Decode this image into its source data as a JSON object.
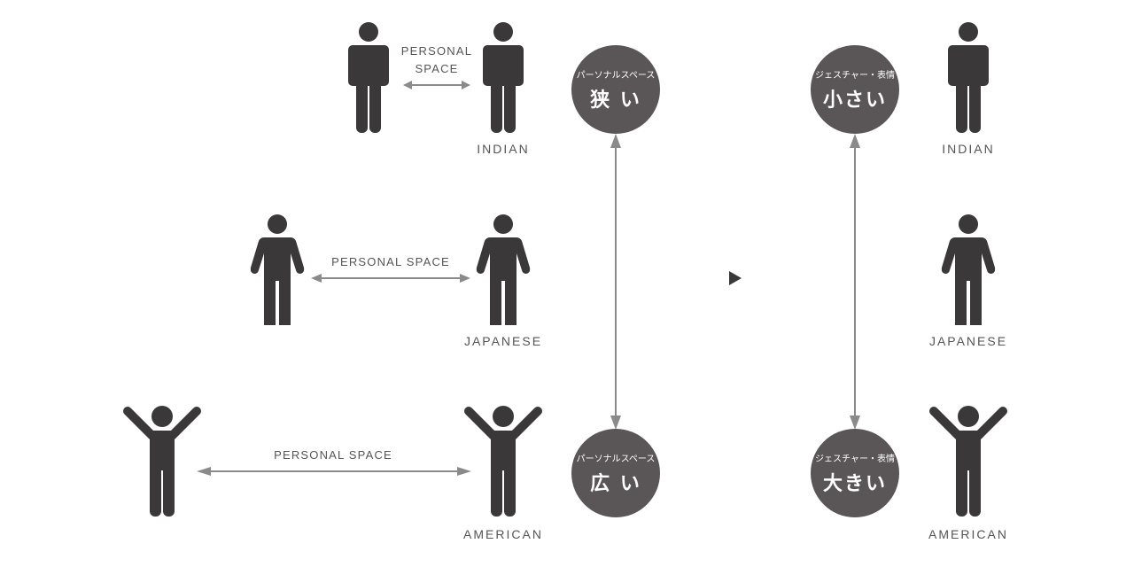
{
  "colors": {
    "figure": "#3a3839",
    "arrow": "#8a8a8a",
    "circle": "#5a5657",
    "label_text": "#555555",
    "circle_text": "#ffffff"
  },
  "left_panel": {
    "rows": [
      {
        "nationality": "INDIAN",
        "pose": "standing-arms-down",
        "distance_label": "PERSONAL SPACE",
        "distance_label_lines": [
          "PERSONAL",
          "SPACE"
        ]
      },
      {
        "nationality": "JAPANESE",
        "pose": "standing-arms-angled",
        "distance_label": "PERSONAL SPACE"
      },
      {
        "nationality": "AMERICAN",
        "pose": "arms-raised",
        "distance_label": "PERSONAL SPACE"
      }
    ],
    "scale": {
      "top": {
        "subtitle": "パーソナルスペース",
        "value": "狭 い"
      },
      "bottom": {
        "subtitle": "パーソナルスペース",
        "value": "広 い"
      }
    }
  },
  "connector": {
    "icon": "triangle-right-icon"
  },
  "right_panel": {
    "scale": {
      "top": {
        "subtitle": "ジェスチャー・表情",
        "value": "小さい"
      },
      "bottom": {
        "subtitle": "ジェスチャー・表情",
        "value": "大きい"
      }
    },
    "rows": [
      {
        "nationality": "INDIAN",
        "pose": "standing-arms-down"
      },
      {
        "nationality": "JAPANESE",
        "pose": "standing-arms-angled"
      },
      {
        "nationality": "AMERICAN",
        "pose": "arms-raised"
      }
    ]
  }
}
